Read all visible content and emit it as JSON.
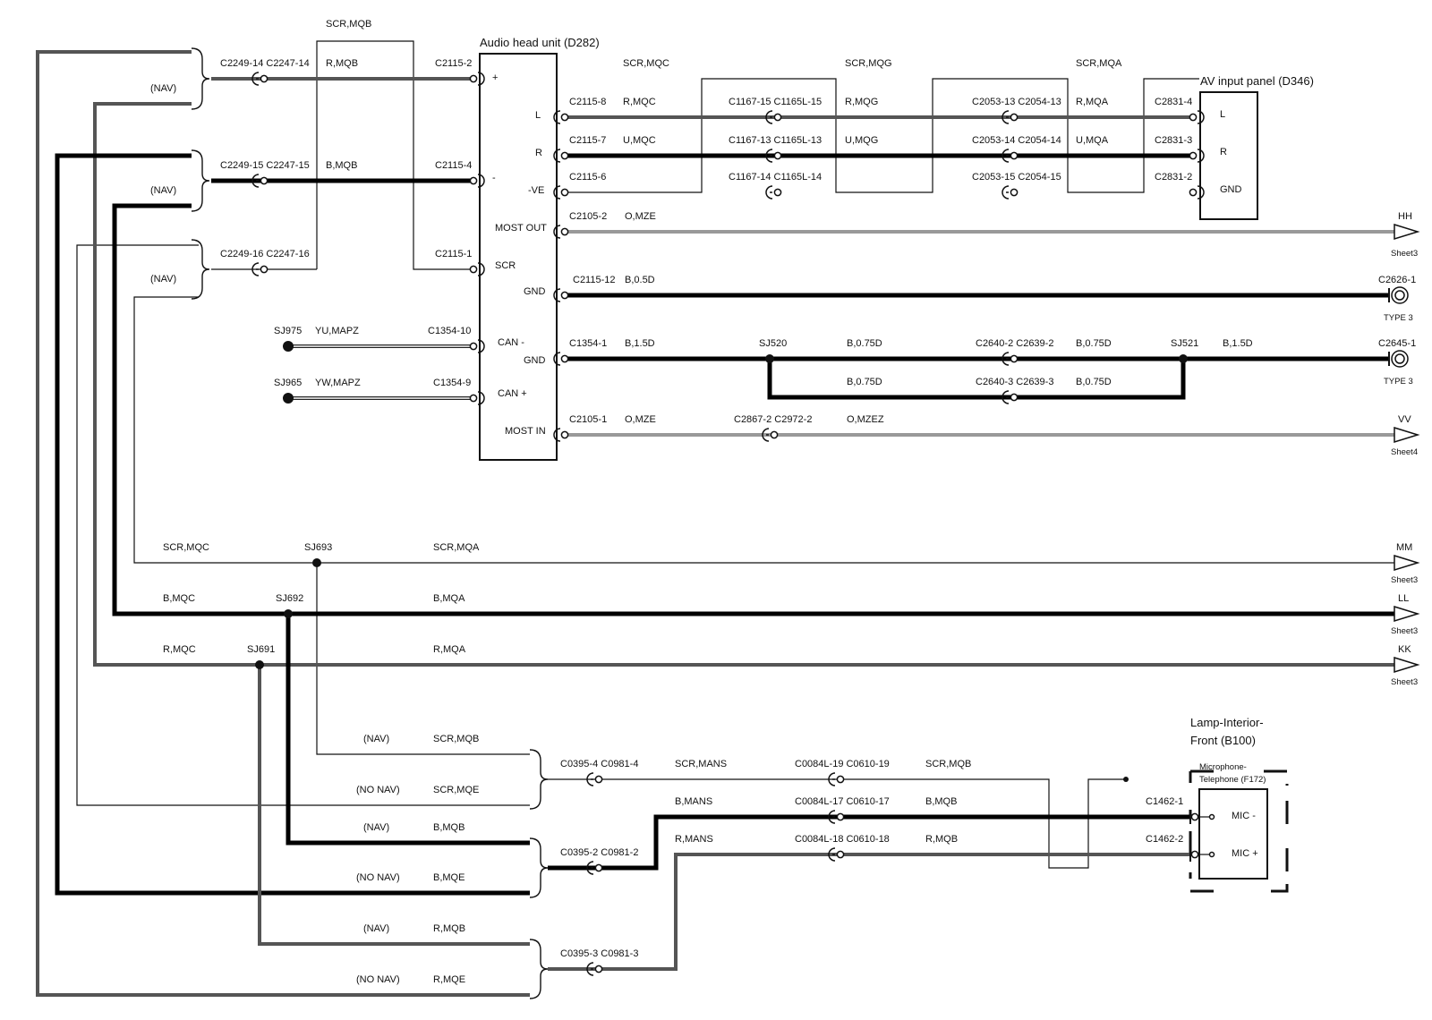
{
  "components": {
    "audio_head_unit": {
      "title": "Audio head unit (D282)",
      "pins": [
        "+",
        "L",
        "R",
        "-",
        "-VE",
        "MOST OUT",
        "SCR",
        "GND",
        "CAN -",
        "GND",
        "CAN +",
        "MOST IN"
      ]
    },
    "av_input_panel": {
      "title": "AV input panel (D346)",
      "pins": [
        "L",
        "R",
        "GND"
      ]
    },
    "lamp_interior_front": {
      "title_line1": "Lamp-Interior-",
      "title_line2": "Front (B100)"
    },
    "microphone": {
      "title_line1": "Microphone-",
      "title_line2": "Telephone (F172)",
      "pins": [
        "MIC -",
        "MIC +"
      ]
    }
  },
  "connectors": {
    "c2249_14": "C2249-14 C2247-14",
    "c2249_15": "C2249-15 C2247-15",
    "c2249_16": "C2249-16 C2247-16",
    "c2115_2": "C2115-2",
    "c2115_4": "C2115-4",
    "c2115_1": "C2115-1",
    "c2115_8": "C2115-8",
    "c2115_7": "C2115-7",
    "c2115_6": "C2115-6",
    "c2105_2": "C2105-2",
    "c2115_12": "C2115-12",
    "c1354_1": "C1354-1",
    "c2105_1": "C2105-1",
    "c1354_10": "C1354-10",
    "c1354_9": "C1354-9",
    "c1167_15": "C1167-15 C1165L-15",
    "c1167_13": "C1167-13 C1165L-13",
    "c1167_14": "C1167-14 C1165L-14",
    "c2053_13": "C2053-13 C2054-13",
    "c2053_14": "C2053-14 C2054-14",
    "c2053_15": "C2053-15 C2054-15",
    "c2831_4": "C2831-4",
    "c2831_3": "C2831-3",
    "c2831_2": "C2831-2",
    "c2626_1": "C2626-1",
    "c2645_1": "C2645-1",
    "c2640_2": "C2640-2 C2639-2",
    "c2640_3": "C2640-3 C2639-3",
    "c2867_2": "C2867-2 C2972-2",
    "c0395_4": "C0395-4 C0981-4",
    "c0395_2": "C0395-2 C0981-2",
    "c0395_3": "C0395-3 C0981-3",
    "c0084_19": "C0084L-19 C0610-19",
    "c0084_17": "C0084L-17 C0610-17",
    "c0084_18": "C0084L-18 C0610-18",
    "c1462_1": "C1462-1",
    "c1462_2": "C1462-2"
  },
  "splices": {
    "sj975": "SJ975",
    "sj965": "SJ965",
    "sj520": "SJ520",
    "sj521": "SJ521",
    "sj693": "SJ693",
    "sj692": "SJ692",
    "sj691": "SJ691"
  },
  "wires": {
    "scr_mqb": "SCR,MQB",
    "r_mqb": "R,MQB",
    "b_mqb": "B,MQB",
    "scr_mqc": "SCR,MQC",
    "r_mqc": "R,MQC",
    "u_mqc": "U,MQC",
    "scr_mqg": "SCR,MQG",
    "r_mqg": "R,MQG",
    "u_mqg": "U,MQG",
    "scr_mqa": "SCR,MQA",
    "r_mqa": "R,MQA",
    "u_mqa": "U,MQA",
    "o_mze": "O,MZE",
    "b_05d": "B,0.5D",
    "b_15d": "B,1.5D",
    "b_075d": "B,0.75D",
    "o_mzez": "O,MZEZ",
    "yu_mapz": "YU,MAPZ",
    "yw_mapz": "YW,MAPZ",
    "b_mqc": "B,MQC",
    "b_mqa": "B,MQA",
    "rmqa": "R,MQA",
    "r_mqa_plain": "R,MQA",
    "scr_mqb_low": "SCR,MQB",
    "scr_mqe": "SCR,MQE",
    "b_mqe": "B,MQE",
    "r_mqe": "R,MQE",
    "scr_mans": "SCR,MANS",
    "b_mans": "B,MANS",
    "r_mans": "R,MANS"
  },
  "options": {
    "nav": "(NAV)",
    "no_nav": "(NO NAV)"
  },
  "destinations": {
    "hh": {
      "label": "HH",
      "sheet": "Sheet3"
    },
    "type3_a": "TYPE 3",
    "type3_b": "TYPE 3",
    "vv": {
      "label": "VV",
      "sheet": "Sheet4"
    },
    "mm": {
      "label": "MM",
      "sheet": "Sheet3"
    },
    "ll": {
      "label": "LL",
      "sheet": "Sheet3"
    },
    "kk": {
      "label": "KK",
      "sheet": "Sheet3"
    }
  },
  "colors": {
    "black_wire": "#000000",
    "dark_grey_wire": "#555555",
    "light_grey_wire": "#999999"
  }
}
